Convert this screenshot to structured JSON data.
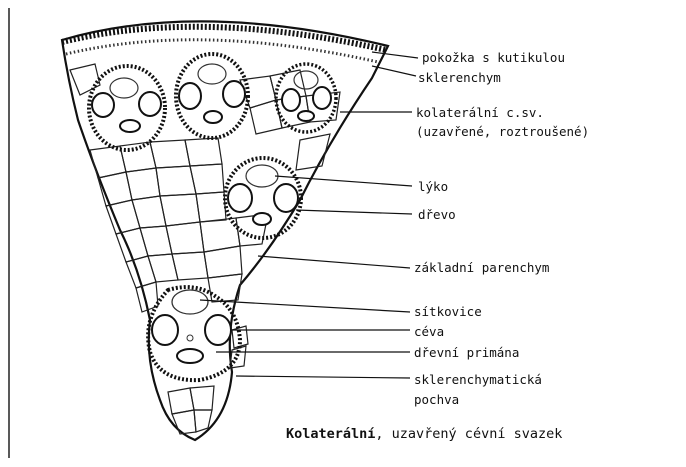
{
  "labels": {
    "epidermis": "pokožka s kutikulou",
    "sclerenchyma": "sklerenchym",
    "bundle_line1": "kolaterální c.sv.",
    "bundle_line2": "(uzavřené, roztroušené)",
    "phloem": "lýko",
    "xylem": "dřevo",
    "parenchyma": "základní parenchym",
    "sieve_tubes": "sítkovice",
    "vessel": "céva",
    "protoxylem": "dřevní primána",
    "sheath_line1": "sklerenchymatická",
    "sheath_line2": "pochva"
  },
  "caption": {
    "bold": "Kolaterální",
    "rest": ", uzavřený cévní svazek"
  },
  "colors": {
    "ink": "#111111",
    "paper": "#ffffff"
  }
}
